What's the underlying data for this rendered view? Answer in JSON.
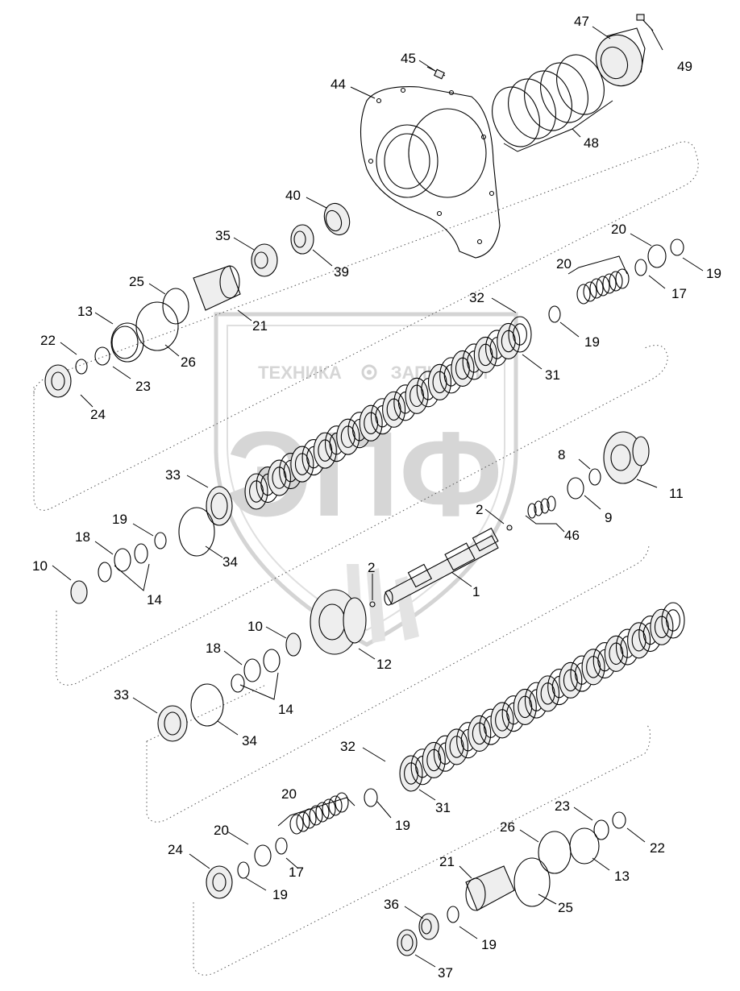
{
  "watermark": {
    "caption_left": "ТЕХНИКА",
    "caption_right": "ЗАПЧАСТИ",
    "monogram": "ЭПФ",
    "gear_icon": "gear-icon"
  },
  "callouts": [
    {
      "id": "c1",
      "text": "1"
    },
    {
      "id": "c2a",
      "text": "2"
    },
    {
      "id": "c2b",
      "text": "2"
    },
    {
      "id": "c8",
      "text": "8"
    },
    {
      "id": "c9",
      "text": "9"
    },
    {
      "id": "c10a",
      "text": "10"
    },
    {
      "id": "c10b",
      "text": "10"
    },
    {
      "id": "c11",
      "text": "11"
    },
    {
      "id": "c12",
      "text": "12"
    },
    {
      "id": "c13a",
      "text": "13"
    },
    {
      "id": "c13b",
      "text": "13"
    },
    {
      "id": "c14a",
      "text": "14"
    },
    {
      "id": "c14b",
      "text": "14"
    },
    {
      "id": "c17a",
      "text": "17"
    },
    {
      "id": "c17b",
      "text": "17"
    },
    {
      "id": "c18a",
      "text": "18"
    },
    {
      "id": "c18b",
      "text": "18"
    },
    {
      "id": "c19a",
      "text": "19"
    },
    {
      "id": "c19b",
      "text": "19"
    },
    {
      "id": "c19c",
      "text": "19"
    },
    {
      "id": "c19d",
      "text": "19"
    },
    {
      "id": "c19e",
      "text": "19"
    },
    {
      "id": "c19f",
      "text": "19"
    },
    {
      "id": "c20a",
      "text": "20"
    },
    {
      "id": "c20b",
      "text": "20"
    },
    {
      "id": "c20c",
      "text": "20"
    },
    {
      "id": "c20d",
      "text": "20"
    },
    {
      "id": "c21a",
      "text": "21"
    },
    {
      "id": "c21b",
      "text": "21"
    },
    {
      "id": "c22a",
      "text": "22"
    },
    {
      "id": "c22b",
      "text": "22"
    },
    {
      "id": "c23a",
      "text": "23"
    },
    {
      "id": "c23b",
      "text": "23"
    },
    {
      "id": "c24a",
      "text": "24"
    },
    {
      "id": "c24b",
      "text": "24"
    },
    {
      "id": "c25a",
      "text": "25"
    },
    {
      "id": "c25b",
      "text": "25"
    },
    {
      "id": "c26a",
      "text": "26"
    },
    {
      "id": "c26b",
      "text": "26"
    },
    {
      "id": "c31a",
      "text": "31"
    },
    {
      "id": "c31b",
      "text": "31"
    },
    {
      "id": "c32a",
      "text": "32"
    },
    {
      "id": "c32b",
      "text": "32"
    },
    {
      "id": "c33a",
      "text": "33"
    },
    {
      "id": "c33b",
      "text": "33"
    },
    {
      "id": "c34a",
      "text": "34"
    },
    {
      "id": "c34b",
      "text": "34"
    },
    {
      "id": "c35",
      "text": "35"
    },
    {
      "id": "c36",
      "text": "36"
    },
    {
      "id": "c37",
      "text": "37"
    },
    {
      "id": "c39",
      "text": "39"
    },
    {
      "id": "c40",
      "text": "40"
    },
    {
      "id": "c44",
      "text": "44"
    },
    {
      "id": "c45",
      "text": "45"
    },
    {
      "id": "c46",
      "text": "46"
    },
    {
      "id": "c47",
      "text": "47"
    },
    {
      "id": "c48",
      "text": "48"
    },
    {
      "id": "c49",
      "text": "49"
    }
  ]
}
